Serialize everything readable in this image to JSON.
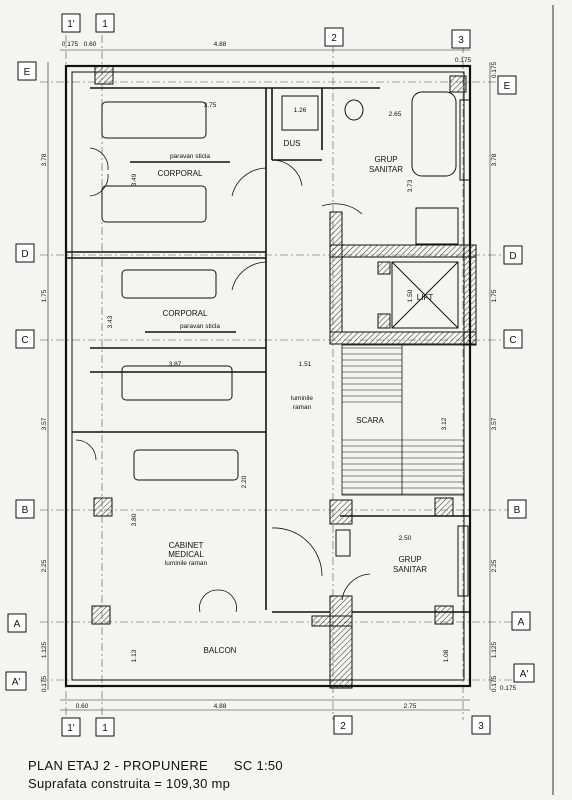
{
  "footer": {
    "title": "PLAN ETAJ 2 - PROPUNERE",
    "scale": "SC 1:50",
    "area": "Suprafata construita = 109,30 mp"
  },
  "grid_labels": {
    "top_left_1p": "1'",
    "top_left_1": "1",
    "top_2": "2",
    "top_3": "3",
    "bottom_1p": "1'",
    "bottom_1": "1",
    "bottom_2": "2",
    "bottom_3": "3",
    "E": "E",
    "D": "D",
    "C": "C",
    "B": "B",
    "A": "A",
    "Ap": "A'"
  },
  "rooms": {
    "corporal_1": "CORPORAL",
    "paravan_1": "paravan sticla",
    "dus": "DUS",
    "grup_sanitar_1": "GRUP SANITAR",
    "lift": "LIFT",
    "corporal_2": "CORPORAL",
    "paravan_2": "paravan sticla",
    "luminile_1": "luminile raman",
    "scara": "SCARA",
    "cabinet": "CABINET MEDICAL",
    "luminile_2": "luminile raman",
    "grup_sanitar_2": "GRUP SANITAR",
    "balcon": "BALCON"
  },
  "dimensions": {
    "top_0175": "0.175",
    "top_060": "0.60",
    "top_488": "4.88",
    "top_0175b": "0.175",
    "bot_060": "0.60",
    "bot_488": "4.88",
    "bot_275": "2.75",
    "bot_0175": "0.175",
    "left_378": "3.78",
    "left_175": "1.75",
    "left_357": "3.57",
    "left_225": "2.25",
    "left_1125": "1.125",
    "left_0175": "0.175",
    "right_0175": "0.175",
    "right_378": "3.78",
    "right_175": "1.75",
    "right_357": "3.57",
    "right_225": "2.25",
    "right_1125": "1.125",
    "right_0175b": "0.175",
    "d_375": "3.75",
    "d_265": "2.65",
    "d_126": "1.26",
    "d_387": "3.87",
    "d_151": "1.51",
    "d_250": "2.50",
    "d_220": "2.20",
    "d_380": "3.80",
    "d_373": "3.73",
    "d_349": "3.49",
    "d_343": "3.43",
    "d_312": "3.12",
    "d_150": "1.50",
    "d_113": "1.13",
    "d_108": "1.08"
  }
}
